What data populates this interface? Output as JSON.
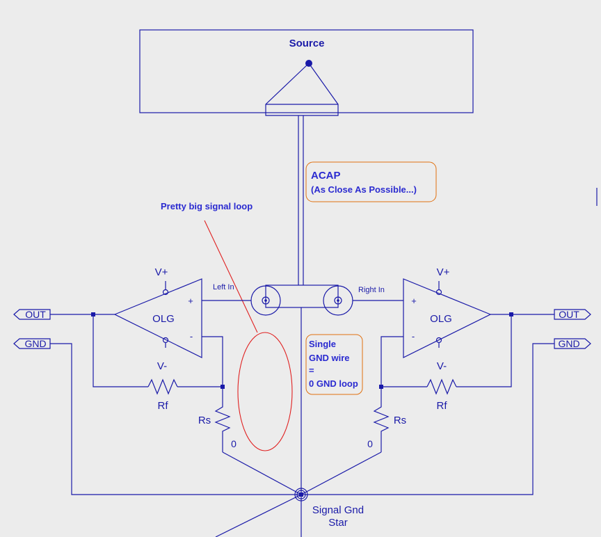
{
  "source": {
    "label": "Source"
  },
  "acap": {
    "title": "ACAP",
    "subtitle": "(As Close As Possible...)"
  },
  "loop_note": "Pretty big signal loop",
  "gnd_note": {
    "line1": "Single",
    "line2": "GND wire",
    "line3": "=",
    "line4": "0 GND loop"
  },
  "left_amp": {
    "vplus": "V+",
    "vminus": "V-",
    "name": "OLG",
    "plus": "+",
    "minus": "-",
    "input": "Left In",
    "rf": "Rf",
    "rs": "Rs",
    "rs_zero": "0",
    "out": "OUT",
    "gnd": "GND"
  },
  "right_amp": {
    "vplus": "V+",
    "vminus": "V-",
    "name": "OLG",
    "plus": "+",
    "minus": "-",
    "input": "Right In",
    "rf": "Rf",
    "rs": "Rs",
    "rs_zero": "0",
    "out": "OUT",
    "gnd": "GND"
  },
  "star": {
    "line1": "Signal Gnd",
    "line2": "Star"
  },
  "colors": {
    "wire": "#1a1aa8",
    "note": "#e07010",
    "annotation": "#e02020",
    "background": "#ececec"
  }
}
